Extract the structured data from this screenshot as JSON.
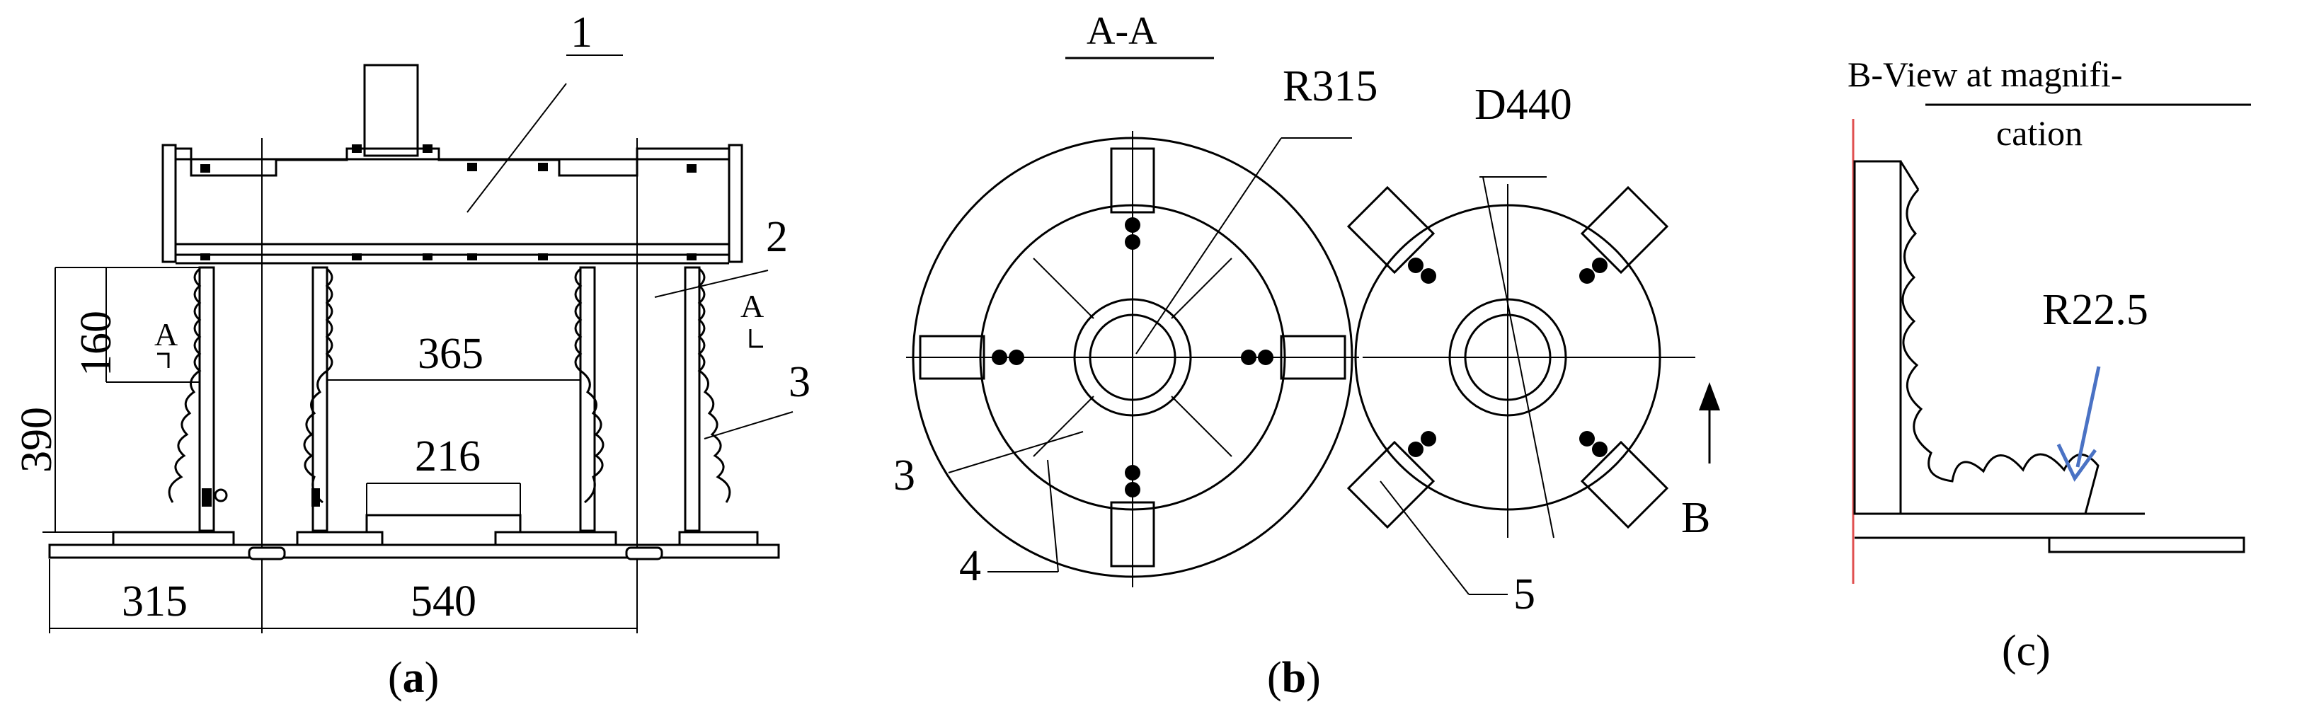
{
  "panel_a": {
    "caption_open": "(",
    "caption_letter": "a",
    "caption_close": ")",
    "part_1": "1",
    "part_2": "2",
    "part_3": "3",
    "section_mark_left": "A",
    "section_mark_right": "A",
    "dim_160": "160",
    "dim_390": "390",
    "dim_365": "365",
    "dim_216": "216",
    "dim_315": "315",
    "dim_540": "540"
  },
  "panel_b": {
    "caption_open": "(",
    "caption_letter": "b",
    "caption_close": ")",
    "section_title": "A-A",
    "dim_r315": "R315",
    "dim_d440": "D440",
    "part_3": "3",
    "part_4": "4",
    "part_5": "5",
    "view_mark": "B"
  },
  "panel_c": {
    "caption": "(c)",
    "title_line1": "B-View at magnifi-",
    "title_line2": "cation",
    "dim_r22_5": "R22.5",
    "arrow_color": "#4a72c4",
    "edge_color": "#e05050"
  }
}
